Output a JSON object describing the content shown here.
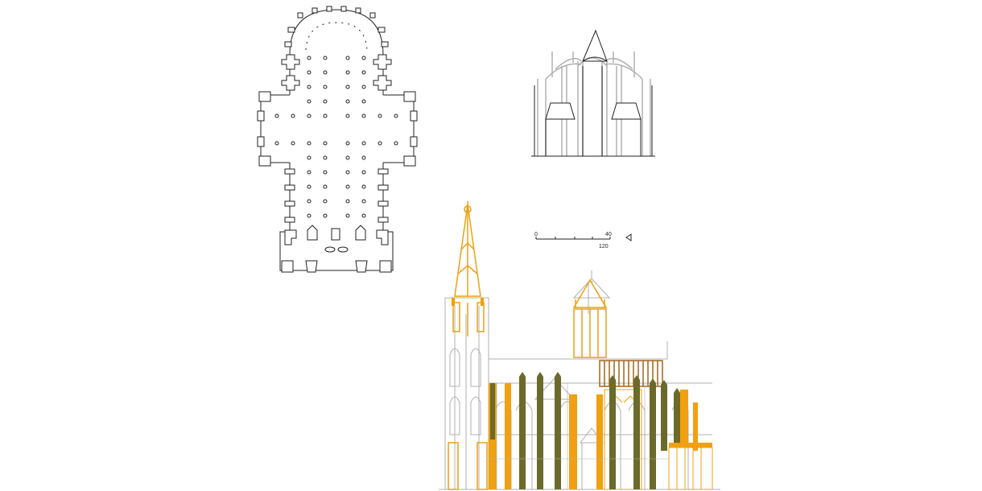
{
  "scale_bar": {
    "label_start": "0",
    "label_mid": "40",
    "label_end": "120"
  },
  "colors": {
    "outline": "#222222",
    "grey": "#b0b0b0",
    "orange": "#f0a010",
    "olive": "#6b6a2a",
    "brown": "#a0661a"
  }
}
